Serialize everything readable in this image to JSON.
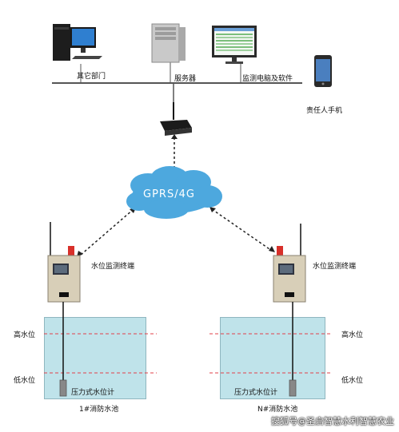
{
  "nodes": {
    "other_dept": "其它部门",
    "server": "服务器",
    "monitor_pc": "监测电脑及软件",
    "phone": "责任人手机",
    "network": "GPRS/4G",
    "terminal_left": "水位监测终端",
    "terminal_right": "水位监测终端"
  },
  "tanks": {
    "left_name": "1#消防水池",
    "right_name": "N#消防水池",
    "high_level": "高水位",
    "low_level": "低水位",
    "gauge_left": "压力式水位计",
    "gauge_right": "压力式水位计"
  },
  "watermark": "搜狐号@圣启智慧水利智慧农业"
}
